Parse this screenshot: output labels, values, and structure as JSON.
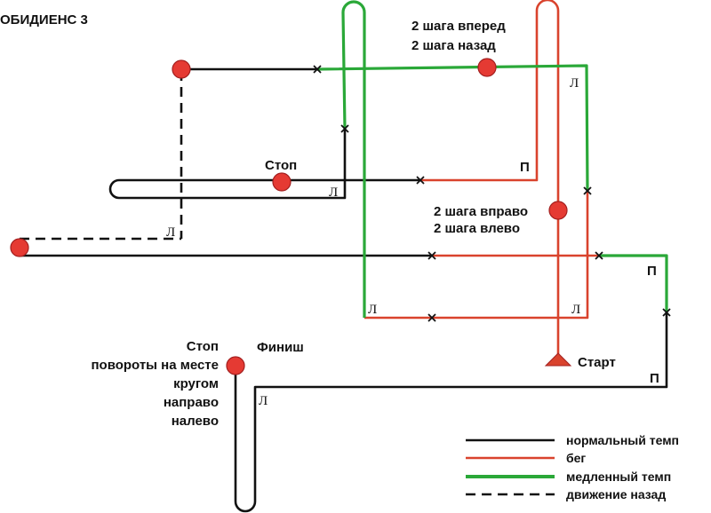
{
  "title": "ОБИДИЕНС 3",
  "labels": {
    "steps_fwd_1": "2 шага вперед",
    "steps_fwd_2": "2 шага назад",
    "stop_top": "Стоп",
    "steps_side_1": "2 шага вправо",
    "steps_side_2": "2 шага влево",
    "stop_bottom": "Стоп",
    "turns_1": "повороты на месте",
    "turns_2": "кругом",
    "turns_3": "направо",
    "turns_4": "налево",
    "finish": "Финиш",
    "start": "Старт"
  },
  "turn_marks": {
    "left": "Л",
    "right": "П"
  },
  "legend": [
    {
      "label": "нормальный темп",
      "color": "#111111",
      "style": "solid"
    },
    {
      "label": "бег",
      "color": "#d9432d",
      "style": "solid"
    },
    {
      "label": "медленный темп",
      "color": "#2aa838",
      "style": "solid-thick"
    },
    {
      "label": "движение назад",
      "color": "#111111",
      "style": "dashed"
    }
  ],
  "colors": {
    "normal": "#111111",
    "run": "#d9432d",
    "slow": "#2aa838",
    "point": "#e53a33"
  }
}
